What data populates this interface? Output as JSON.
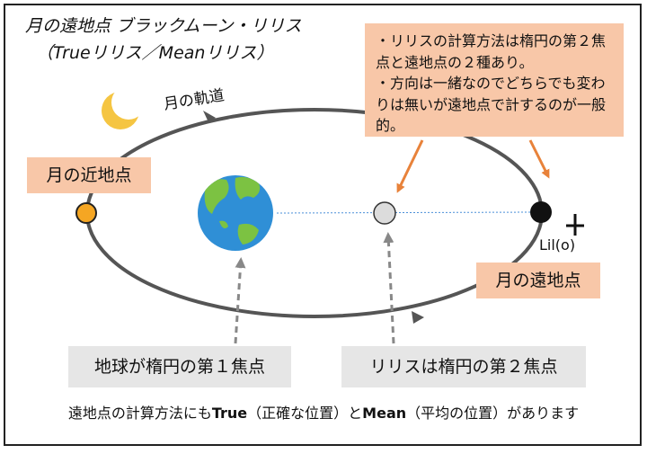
{
  "title": {
    "line1": "月の遠地点 ブラックムーン・リリス",
    "line2": "（Trueリリス／Meanリリス）"
  },
  "labels": {
    "orbit": "月の軌道",
    "perigee": "月の近地点",
    "apogee": "月の遠地点",
    "lilith_symbol": "Lil(o)",
    "earth_focus": "地球が楕円の第１焦点",
    "lilith_focus": "リリスは楕円の第２焦点"
  },
  "notes": [
    "・リリスの計算方法は楕円の第２焦点と遠地点の２種あり。",
    "・方向は一緒なのでどちらでも変わりは無いが遠地点で計するのが一般的。"
  ],
  "footer": {
    "part1": "遠地点の計算方法にも",
    "true_word": "True",
    "part2": "（正確な位置）と",
    "mean_word": "Mean",
    "part3": "（平均の位置）があります"
  },
  "colors": {
    "orbit": "#555555",
    "perigee_dot": "#f5a623",
    "apogee_dot": "#111111",
    "second_focus_dot": "#dcdcdc",
    "moon": "#f5c542",
    "arrow_orange": "#e8823a",
    "axis_line": "#4a8fd8",
    "peach_box": "#f8c7a8",
    "grey_box": "#e6e6e6"
  },
  "icons": [
    "crescent-moon-icon",
    "earth-globe-icon",
    "black-moon-lilith-symbol"
  ]
}
